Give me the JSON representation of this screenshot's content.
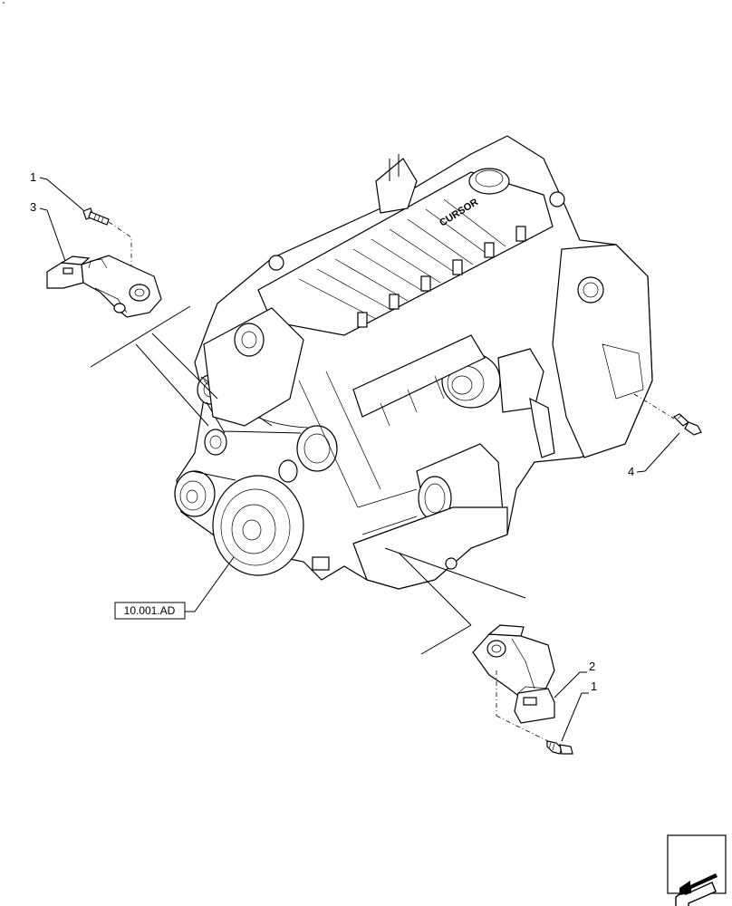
{
  "callouts": {
    "bolt_top": "1",
    "bracket_top": "3",
    "bracket_bottom": "2",
    "bolt_bottom": "1",
    "bolt_right": "4"
  },
  "reference": "10.001.AD",
  "engine_brand": "CURSOR",
  "icons": {
    "navigation": "next-page-arrow-icon"
  }
}
